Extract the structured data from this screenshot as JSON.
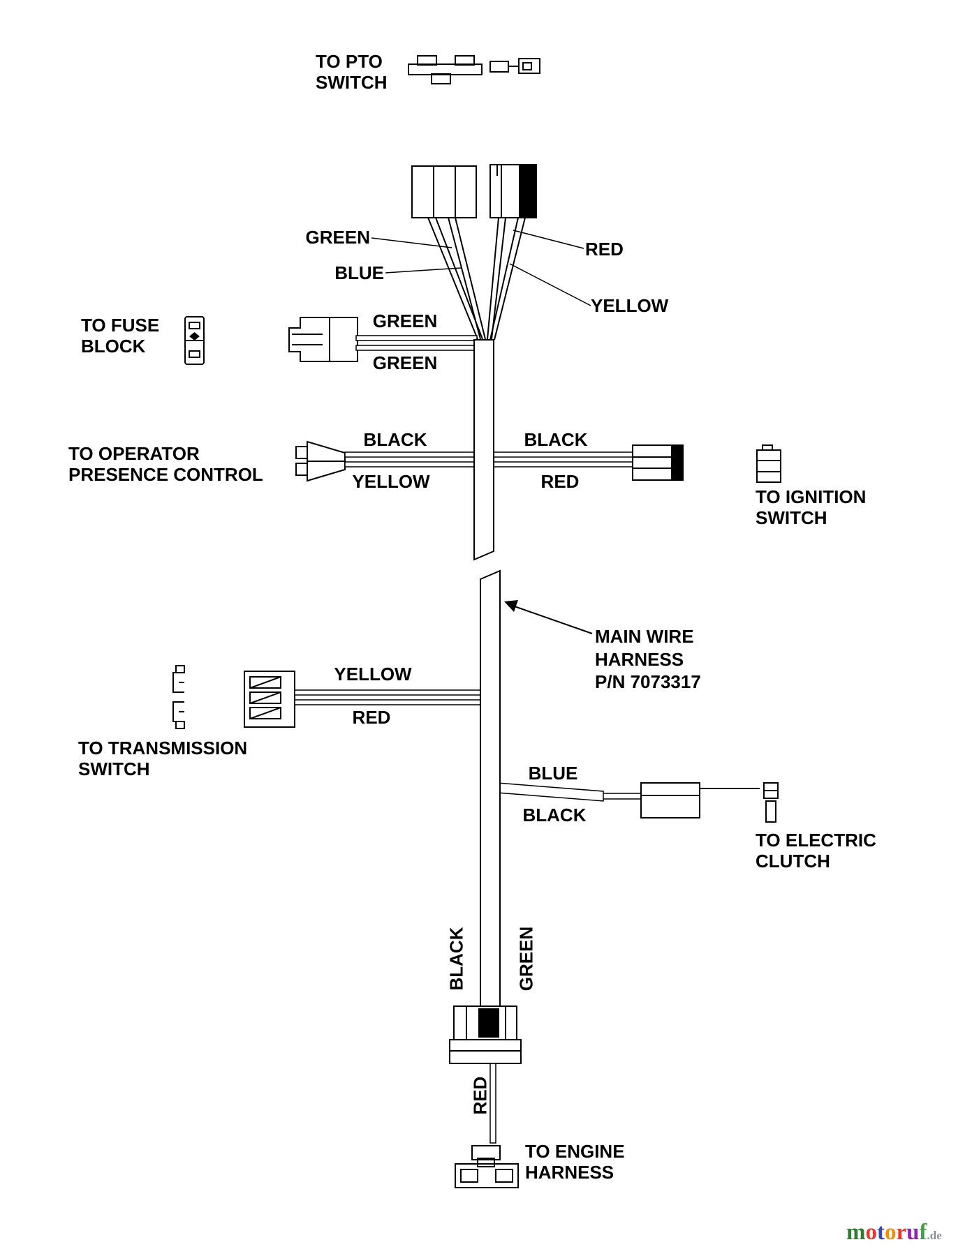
{
  "page": {
    "background": "#ffffff",
    "line_color": "#000000"
  },
  "connector_labels": {
    "pto": "TO PTO\nSWITCH",
    "fuse_block": "TO FUSE\nBLOCK",
    "operator_presence": "TO OPERATOR\nPRESENCE CONTROL",
    "ignition": "TO IGNITION\nSWITCH",
    "main_harness": "MAIN WIRE\nHARNESS\nP/N 7073317",
    "transmission": "TO TRANSMISSION\nSWITCH",
    "electric_clutch": "TO ELECTRIC\nCLUTCH",
    "engine_harness": "TO ENGINE\nHARNESS"
  },
  "part_number": "P/N 7073317",
  "wire_labels": {
    "top_green": "GREEN",
    "top_blue": "BLUE",
    "top_red": "RED",
    "top_yellow": "YELLOW",
    "fuse_green_upper": "GREEN",
    "fuse_green_lower": "GREEN",
    "operator_black": "BLACK",
    "operator_yellow": "YELLOW",
    "ignition_black": "BLACK",
    "ignition_red": "RED",
    "transmission_yellow": "YELLOW",
    "transmission_red": "RED",
    "clutch_blue": "BLUE",
    "clutch_black": "BLACK",
    "bottom_black": "BLACK",
    "bottom_green": "GREEN",
    "bottom_red": "RED"
  },
  "watermark": {
    "suffix": ".de",
    "letters": [
      {
        "ch": "m",
        "color": "#2e7d32"
      },
      {
        "ch": "o",
        "color": "#e53935"
      },
      {
        "ch": "t",
        "color": "#3949ab"
      },
      {
        "ch": "o",
        "color": "#fb8c00"
      },
      {
        "ch": "r",
        "color": "#e53935"
      },
      {
        "ch": "u",
        "color": "#8e24aa"
      },
      {
        "ch": "f",
        "color": "#43a047"
      }
    ]
  }
}
